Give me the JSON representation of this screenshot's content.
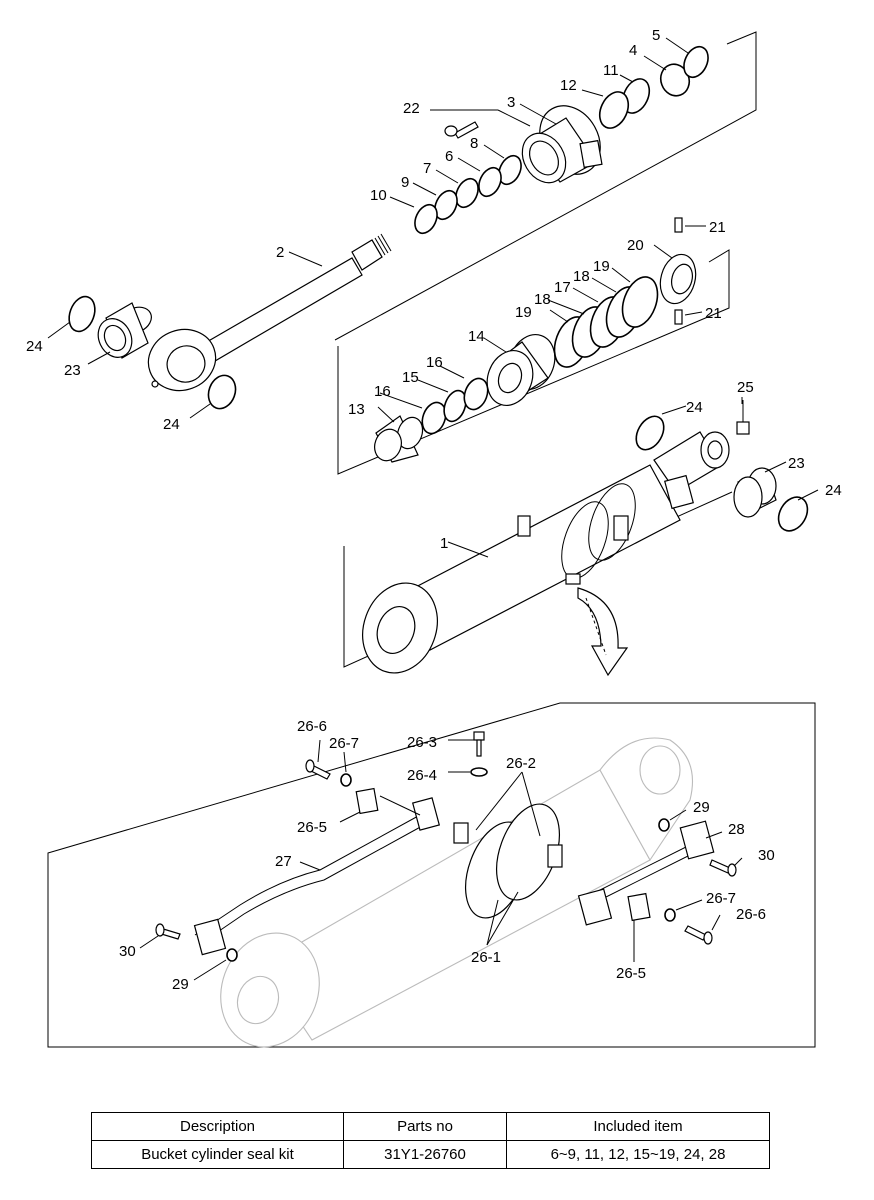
{
  "callouts": [
    {
      "id": "c1",
      "text": "1"
    },
    {
      "id": "c2",
      "text": "2"
    },
    {
      "id": "c3",
      "text": "3"
    },
    {
      "id": "c4",
      "text": "4"
    },
    {
      "id": "c5",
      "text": "5"
    },
    {
      "id": "c6",
      "text": "6"
    },
    {
      "id": "c7",
      "text": "7"
    },
    {
      "id": "c8",
      "text": "8"
    },
    {
      "id": "c9",
      "text": "9"
    },
    {
      "id": "c10",
      "text": "10"
    },
    {
      "id": "c11",
      "text": "11"
    },
    {
      "id": "c12",
      "text": "12"
    },
    {
      "id": "c13",
      "text": "13"
    },
    {
      "id": "c14",
      "text": "14"
    },
    {
      "id": "c15",
      "text": "15"
    },
    {
      "id": "c16a",
      "text": "16"
    },
    {
      "id": "c16b",
      "text": "16"
    },
    {
      "id": "c17",
      "text": "17"
    },
    {
      "id": "c18a",
      "text": "18"
    },
    {
      "id": "c18b",
      "text": "18"
    },
    {
      "id": "c19a",
      "text": "19"
    },
    {
      "id": "c19b",
      "text": "19"
    },
    {
      "id": "c20",
      "text": "20"
    },
    {
      "id": "c21a",
      "text": "21"
    },
    {
      "id": "c21b",
      "text": "21"
    },
    {
      "id": "c22",
      "text": "22"
    },
    {
      "id": "c23a",
      "text": "23"
    },
    {
      "id": "c23b",
      "text": "23"
    },
    {
      "id": "c24a",
      "text": "24"
    },
    {
      "id": "c24b",
      "text": "24"
    },
    {
      "id": "c24c",
      "text": "24"
    },
    {
      "id": "c24d",
      "text": "24"
    },
    {
      "id": "c25",
      "text": "25"
    },
    {
      "id": "c26_6a",
      "text": "26-6"
    },
    {
      "id": "c26_7a",
      "text": "26-7"
    },
    {
      "id": "c26_3",
      "text": "26-3"
    },
    {
      "id": "c26_4",
      "text": "26-4"
    },
    {
      "id": "c26_2",
      "text": "26-2"
    },
    {
      "id": "c26_5a",
      "text": "26-5"
    },
    {
      "id": "c27",
      "text": "27"
    },
    {
      "id": "c29a",
      "text": "29"
    },
    {
      "id": "c28",
      "text": "28"
    },
    {
      "id": "c30a",
      "text": "30"
    },
    {
      "id": "c26_7b",
      "text": "26-7"
    },
    {
      "id": "c26_6b",
      "text": "26-6"
    },
    {
      "id": "c30b",
      "text": "30"
    },
    {
      "id": "c29b",
      "text": "29"
    },
    {
      "id": "c26_1",
      "text": "26-1"
    },
    {
      "id": "c26_5b",
      "text": "26-5"
    }
  ],
  "table": {
    "headers": [
      "Description",
      "Parts no",
      "Included item"
    ],
    "rows": [
      [
        "Bucket cylinder seal kit",
        "31Y1-26760",
        "6~9, 11, 12, 15~19, 24, 28"
      ]
    ]
  }
}
